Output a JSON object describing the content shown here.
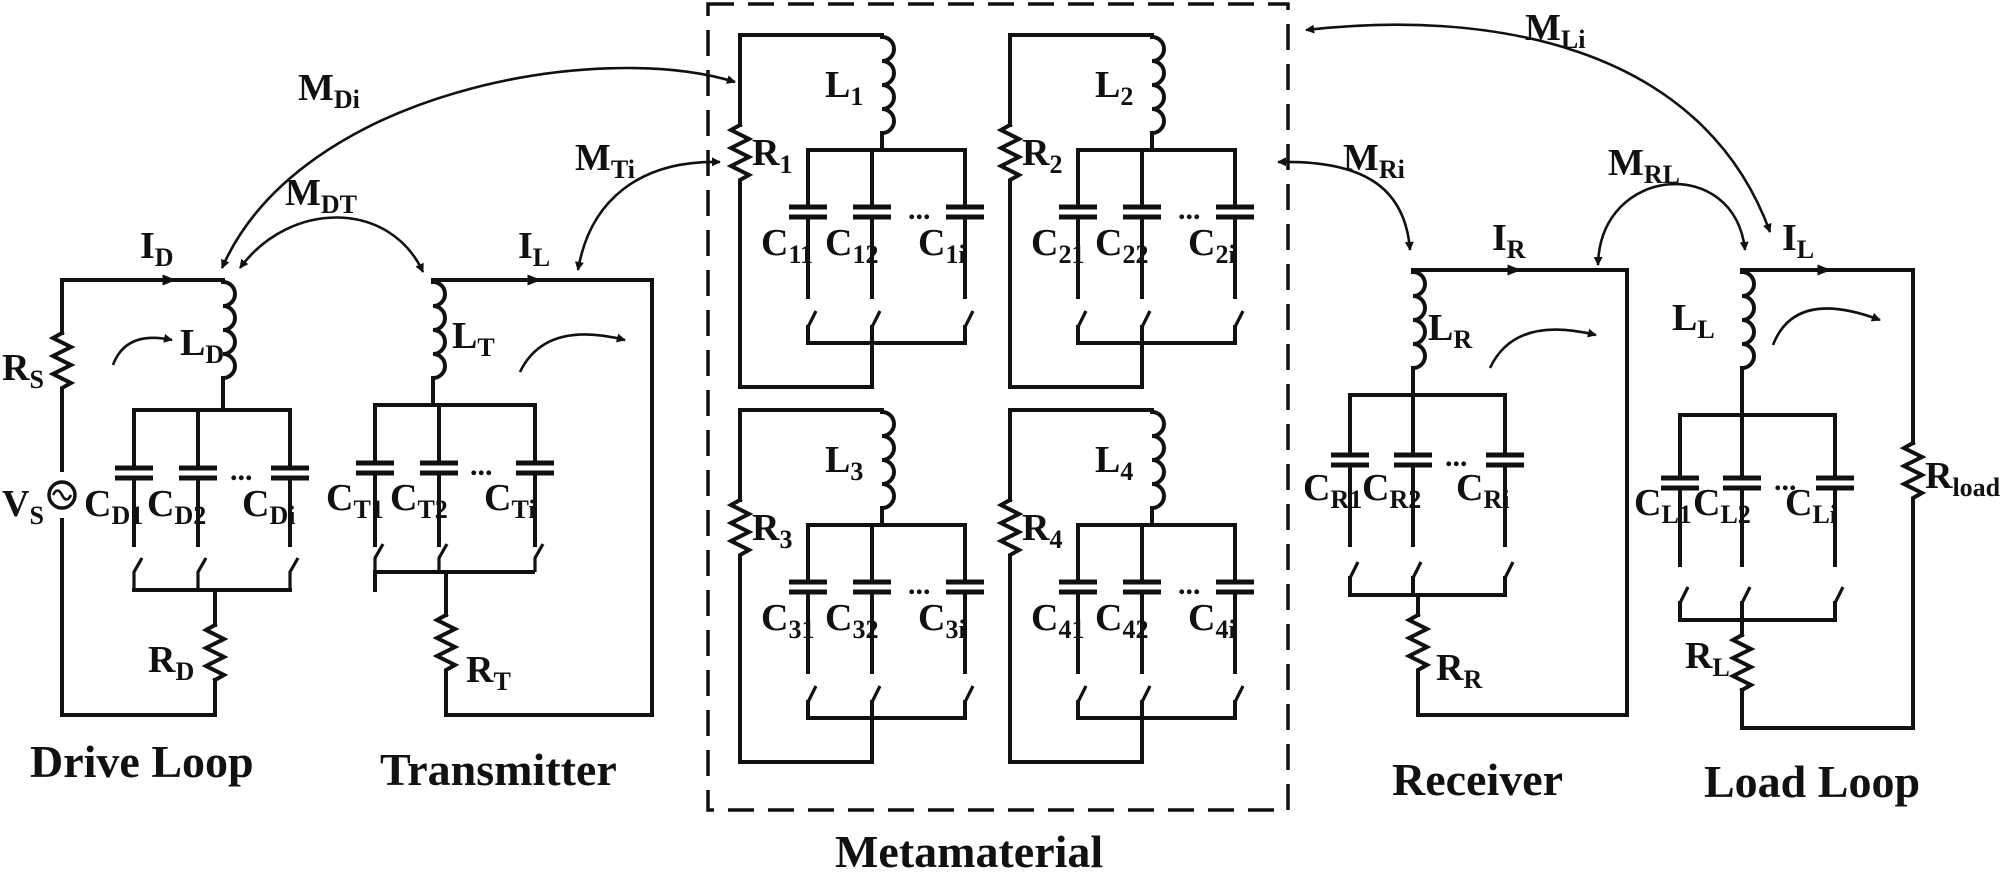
{
  "loops": {
    "drive": {
      "title": "Drive Loop",
      "rs": "R",
      "rs_sub": "S",
      "vs": "V",
      "vs_sub": "S",
      "current": "I",
      "current_sub": "D",
      "inductor": "L",
      "inductor_sub": "D",
      "resistor": "R",
      "resistor_sub": "D",
      "caps": [
        {
          "t": "C",
          "s": "D1"
        },
        {
          "t": "C",
          "s": "D2"
        },
        {
          "t": "C",
          "s": "Di"
        }
      ]
    },
    "transmitter": {
      "title": "Transmitter",
      "current": "I",
      "current_sub": "L",
      "inductor": "L",
      "inductor_sub": "T",
      "resistor": "R",
      "resistor_sub": "T",
      "caps": [
        {
          "t": "C",
          "s": "T1"
        },
        {
          "t": "C",
          "s": "T2"
        },
        {
          "t": "C",
          "s": "Ti"
        }
      ]
    },
    "receiver": {
      "title": "Receiver",
      "current": "I",
      "current_sub": "R",
      "inductor": "L",
      "inductor_sub": "R",
      "resistor": "R",
      "resistor_sub": "R",
      "caps": [
        {
          "t": "C",
          "s": "R1"
        },
        {
          "t": "C",
          "s": "R2"
        },
        {
          "t": "C",
          "s": "Ri"
        }
      ]
    },
    "load": {
      "title": "Load Loop",
      "current": "I",
      "current_sub": "L",
      "inductor": "L",
      "inductor_sub": "L",
      "resistor": "R",
      "resistor_sub": "L",
      "rload": "R",
      "rload_sub": "load",
      "caps": [
        {
          "t": "C",
          "s": "L1"
        },
        {
          "t": "C",
          "s": "L2"
        },
        {
          "t": "C",
          "s": "Li"
        }
      ]
    }
  },
  "metamaterial": {
    "title": "Metamaterial",
    "cells": [
      {
        "l": "L",
        "l_sub": "1",
        "r": "R",
        "r_sub": "1",
        "caps": [
          {
            "t": "C",
            "s": "11"
          },
          {
            "t": "C",
            "s": "12"
          },
          {
            "t": "C",
            "s": "1i"
          }
        ]
      },
      {
        "l": "L",
        "l_sub": "2",
        "r": "R",
        "r_sub": "2",
        "caps": [
          {
            "t": "C",
            "s": "21"
          },
          {
            "t": "C",
            "s": "22"
          },
          {
            "t": "C",
            "s": "2i"
          }
        ]
      },
      {
        "l": "L",
        "l_sub": "3",
        "r": "R",
        "r_sub": "3",
        "caps": [
          {
            "t": "C",
            "s": "31"
          },
          {
            "t": "C",
            "s": "32"
          },
          {
            "t": "C",
            "s": "3i"
          }
        ]
      },
      {
        "l": "L",
        "l_sub": "4",
        "r": "R",
        "r_sub": "4",
        "caps": [
          {
            "t": "C",
            "s": "41"
          },
          {
            "t": "C",
            "s": "42"
          },
          {
            "t": "C",
            "s": "4i"
          }
        ]
      }
    ]
  },
  "couplings": {
    "di": {
      "t": "M",
      "s": "Di"
    },
    "dt": {
      "t": "M",
      "s": "DT"
    },
    "ti": {
      "t": "M",
      "s": "Ti"
    },
    "ri": {
      "t": "M",
      "s": "Ri"
    },
    "rl": {
      "t": "M",
      "s": "RL"
    },
    "li": {
      "t": "M",
      "s": "Li"
    }
  },
  "dots": "..."
}
